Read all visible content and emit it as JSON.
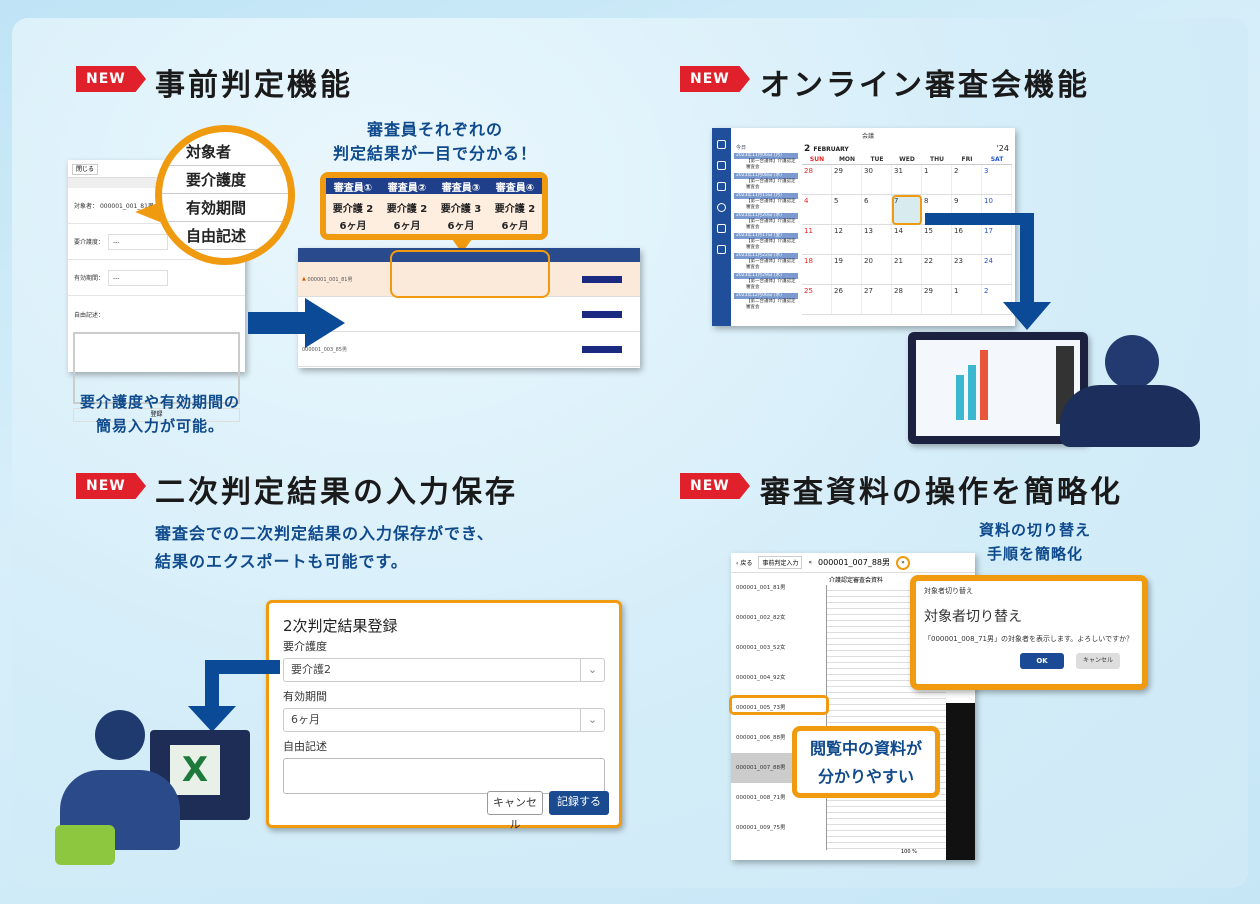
{
  "badge": "NEW",
  "s1": {
    "title": "事前判定機能",
    "caption": [
      "要介護度や有効期間の",
      "簡易入力が可能。"
    ],
    "callout_head": [
      "審査員それぞれの",
      "判定結果が一目で分かる！"
    ],
    "form": {
      "close": "閉じる",
      "subject_label": "対象者：",
      "subject_value": "000001_001_81男",
      "care_label": "要介護度：",
      "period_label": "有効期間：",
      "free_label": "自由記述：",
      "placeholder": "---",
      "register": "登録"
    },
    "magnifier": [
      "対象者",
      "要介護度",
      "有効期間",
      "自由記述"
    ],
    "reviewers": [
      {
        "name": "審査員①",
        "care": "要介護 2",
        "period": "6ヶ月"
      },
      {
        "name": "審査員②",
        "care": "要介護 2",
        "period": "6ヶ月"
      },
      {
        "name": "審査員③",
        "care": "要介護 3",
        "period": "6ヶ月"
      },
      {
        "name": "審査員④",
        "care": "要介護 2",
        "period": "6ヶ月"
      }
    ]
  },
  "s2": {
    "title": "オンライン審査会機能",
    "cal_title": "会議",
    "month_num": "2",
    "month": "FEBRUARY",
    "year": "'24",
    "today": "今日",
    "dow": [
      "SUN",
      "MON",
      "TUE",
      "WED",
      "THU",
      "FRI",
      "SAT"
    ],
    "weeks": [
      [
        "28",
        "29",
        "30",
        "31",
        "1",
        "2",
        "3"
      ],
      [
        "4",
        "5",
        "6",
        "7",
        "8",
        "9",
        "10"
      ],
      [
        "11",
        "12",
        "13",
        "14",
        "15",
        "16",
        "17"
      ],
      [
        "18",
        "19",
        "20",
        "21",
        "22",
        "23",
        "24"
      ],
      [
        "25",
        "26",
        "27",
        "28",
        "29",
        "1",
        "2"
      ]
    ],
    "events": [
      {
        "date": "2023年11月06日 (月)",
        "title": "【第一合議体】介護認定審査会"
      },
      {
        "date": "2023年11月08日 (水)",
        "title": "【第一合議体】介護認定審査会"
      },
      {
        "date": "2023年11月15日 (月)",
        "title": "【第一合議体】介護認定審査会"
      },
      {
        "date": "2023年11月20日 (水)",
        "title": "【第一合議体】介護認定審査会"
      },
      {
        "date": "2023年11月17日 (金)",
        "title": "【第一合議体】介護認定審査会"
      },
      {
        "date": "2023年11月22日 (水)",
        "title": "【第一合議体】介護認定審査会"
      },
      {
        "date": "2023年11月29日 (水)",
        "title": "【第一合議体】介護認定審査会"
      },
      {
        "date": "2023年12月06日 (水)",
        "title": "【第二合議体】介護認定審査会"
      }
    ]
  },
  "s3": {
    "title": "二次判定結果の入力保存",
    "desc": [
      "審査会での二次判定結果の入力保存ができ、",
      "結果のエクスポートも可能です。"
    ],
    "form": {
      "heading": "2次判定結果登録",
      "care_label": "要介護度",
      "care_value": "要介護2",
      "period_label": "有効期間",
      "period_value": "6ヶ月",
      "free_label": "自由記述",
      "cancel": "キャンセル",
      "save": "記録する"
    }
  },
  "s4": {
    "title": "審査資料の操作を簡略化",
    "caption": [
      "資料の切り替え",
      "手順を簡略化"
    ],
    "callout": [
      "閲覧中の資料が",
      "分かりやすい"
    ],
    "viewer": {
      "back": "戻る",
      "tab": "事前判定入力",
      "current": "000001_007_88男",
      "doc_title": "介護認定審査会資料",
      "zoom": "100 %",
      "items": [
        "000001_001_81男",
        "000001_002_82女",
        "000001_003_52女",
        "000001_004_92女",
        "000001_005_73男",
        "000001_006_88男",
        "000001_007_88男",
        "000001_008_71男",
        "000001_009_75男"
      ]
    },
    "dialog": {
      "window_title": "対象者切り替え",
      "heading": "対象者切り替え",
      "message": "「000001_008_71男」の対象者を表示します。よろしいですか？",
      "ok": "OK",
      "cancel": "キャンセル"
    }
  }
}
